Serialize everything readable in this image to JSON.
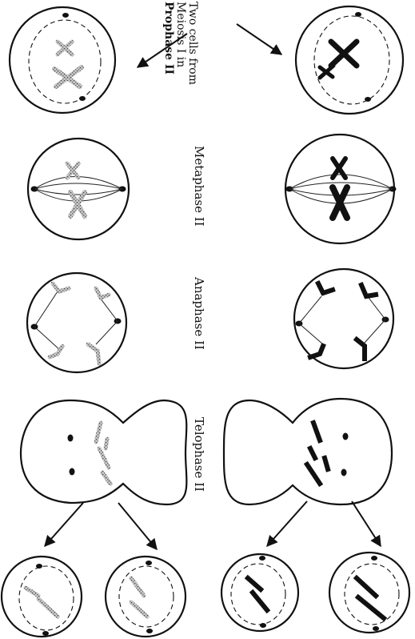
{
  "labels": {
    "intro_line1": "Two cells from",
    "intro_line2": "Meiosis I in",
    "intro_line3": "Prophase II",
    "metaphase": "Metaphase II",
    "anaphase": "Anaphase II",
    "telophase": "Telophase II"
  },
  "colors": {
    "dark_chromosome": "#111111",
    "light_chromosome": "#9a9a9a",
    "outline": "#111111"
  }
}
